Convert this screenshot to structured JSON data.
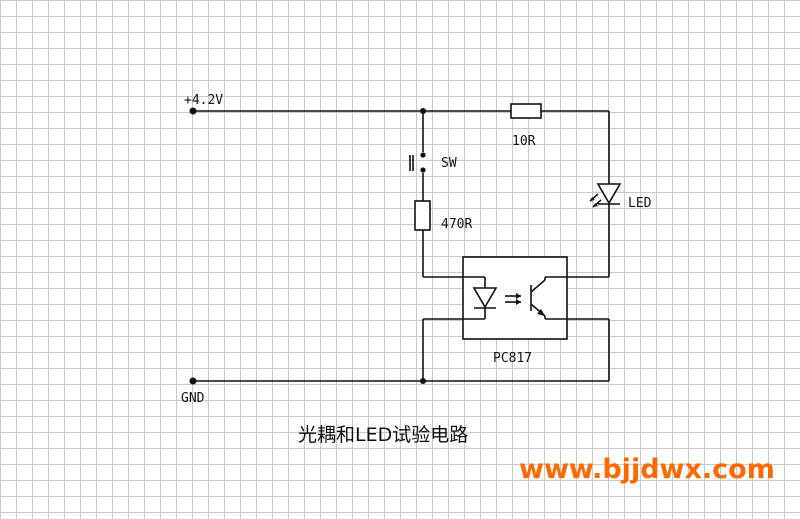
{
  "labels": {
    "vcc": "+4.2V",
    "gnd": "GND",
    "switch": "SW",
    "r1": "470R",
    "r2": "10R",
    "led": "LED",
    "opto": "PC817"
  },
  "caption": "光耦和LED试验电路",
  "watermark": "www.bjjdwx.com",
  "colors": {
    "wire": "#111111",
    "grid": "#c9c9c9",
    "watermark": "#ff6a00"
  }
}
